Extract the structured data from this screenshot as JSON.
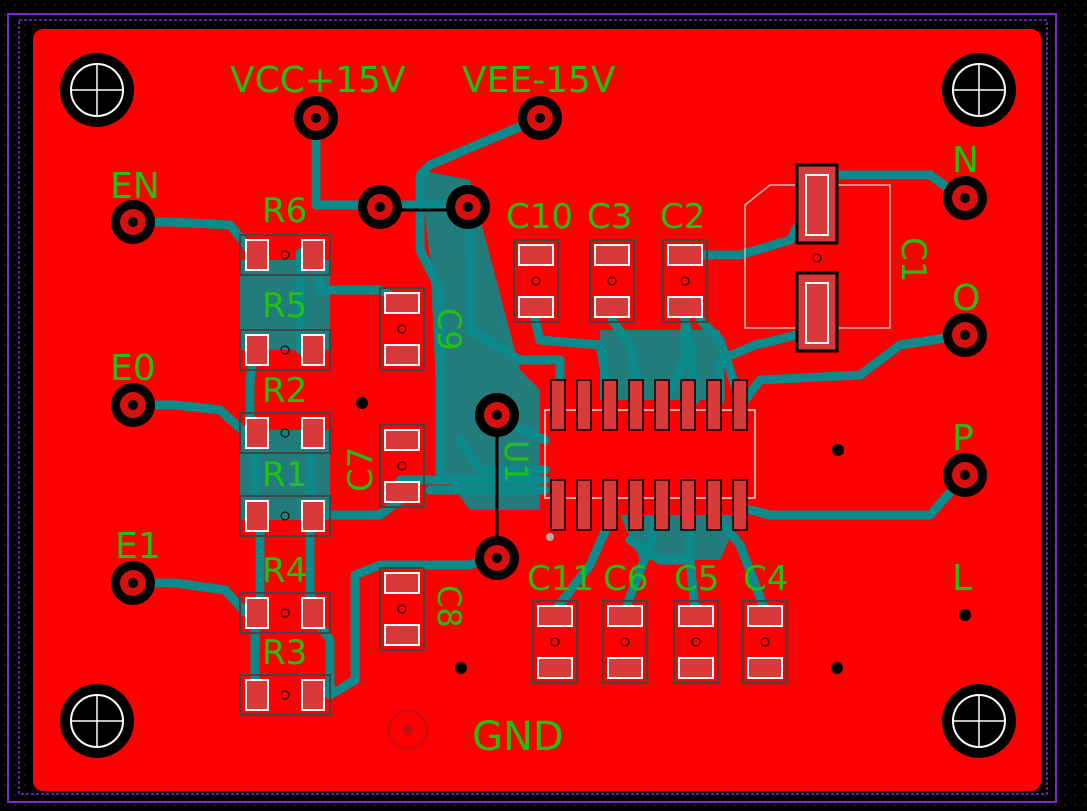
{
  "colors": {
    "background": "#000000",
    "outline": "#7a2ad0",
    "copper": "#ff0000",
    "trace": "#0a8a8a",
    "silkscreen": "#22c010",
    "pad": "#d83a3a",
    "padOutline": "#ffffff"
  },
  "labels": {
    "vcc": "VCC+15V",
    "vee": "VEE-15V",
    "en": "EN",
    "e0": "E0",
    "e1": "E1",
    "n": "N",
    "o": "O",
    "p": "P",
    "l": "L",
    "gnd": "GND",
    "r1": "R1",
    "r2": "R2",
    "r3": "R3",
    "r4": "R4",
    "r5": "R5",
    "r6": "R6",
    "c1": "C1",
    "c2": "C2",
    "c3": "C3",
    "c4": "C4",
    "c5": "C5",
    "c6": "C6",
    "c7": "C7",
    "c8": "C8",
    "c9": "C9",
    "c10": "C10",
    "c11": "C11",
    "u1": "U1"
  },
  "icons": {
    "mounting_hole": "mounting-hole-icon",
    "via": "via-icon",
    "pad": "through-hole-pad-icon"
  }
}
